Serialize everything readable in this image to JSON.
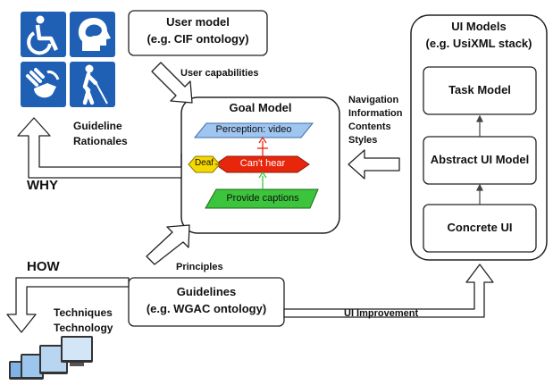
{
  "user_model": {
    "title": "User model",
    "subtitle": "(e.g. CIF ontology)"
  },
  "user_capabilities_label": "User capabilities",
  "goal_model": {
    "title": "Goal Model",
    "perception": "Perception: video",
    "cant_hear": "Can't hear",
    "deaf": "Deaf",
    "provide_captions": "Provide captions"
  },
  "guideline_rationales": {
    "line1": "Guideline",
    "line2": "Rationales"
  },
  "why_label": "WHY",
  "how_label": "HOW",
  "principles_label": "Principles",
  "guidelines": {
    "title": "Guidelines",
    "subtitle": "(e.g. WGAC ontology)"
  },
  "techniques": {
    "line1": "Techniques",
    "line2": "Technology"
  },
  "navigation_list": [
    "Navigation",
    "Information",
    "Contents",
    "Styles"
  ],
  "ui_models": {
    "title": "UI Models",
    "subtitle": "(e.g. UsiXML stack)"
  },
  "task_model": "Task Model",
  "abstract_ui_model": "Abstract UI Model",
  "concrete_ui": "Concrete UI",
  "ui_improvement_label": "UI Improvement",
  "icons": [
    "wheelchair-icon",
    "brain-head-icon",
    "sign-language-icon",
    "blind-cane-icon",
    "devices-icon"
  ],
  "colors": {
    "accessibility_icon_bg": "#1f5fb4",
    "perception_fill": "#9fc5f0",
    "cant_hear_fill": "#e8260c",
    "deaf_fill": "#f5d800",
    "captions_fill": "#3cc43c"
  }
}
